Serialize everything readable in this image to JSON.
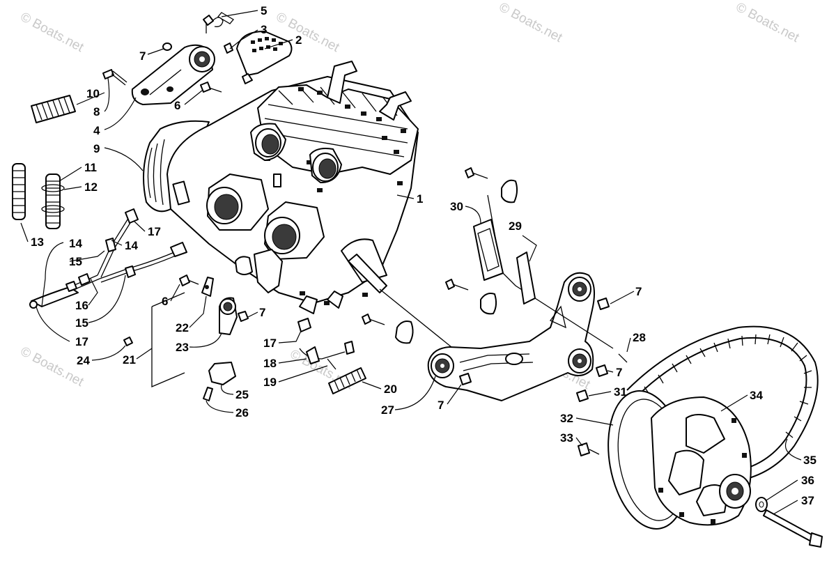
{
  "diagram": {
    "watermark": "© Boats.net",
    "callouts": [
      "1",
      "2",
      "3",
      "4",
      "5",
      "6",
      "7",
      "8",
      "9",
      "10",
      "11",
      "12",
      "13",
      "14",
      "15",
      "16",
      "17",
      "18",
      "19",
      "20",
      "21",
      "22",
      "23",
      "24",
      "25",
      "26",
      "27",
      "28",
      "29",
      "30",
      "31",
      "32",
      "33",
      "34",
      "35",
      "36",
      "37"
    ]
  }
}
